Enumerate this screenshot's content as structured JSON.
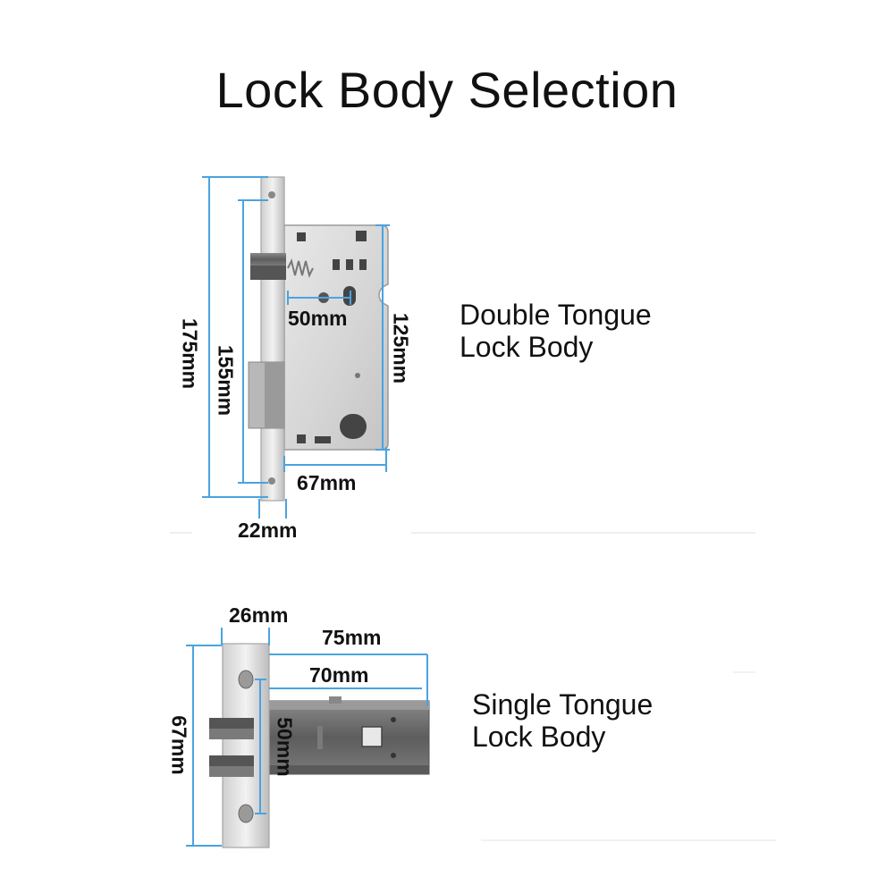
{
  "title": "Lock Body Selection",
  "double_tongue": {
    "label_lines": [
      "Double Tongue",
      "Lock Body"
    ],
    "dims": {
      "height_total": "175mm",
      "height_faceplate": "155mm",
      "hole_spacing": "50mm",
      "case_height": "125mm",
      "case_width": "67mm",
      "faceplate_width": "22mm"
    }
  },
  "single_tongue": {
    "label_lines": [
      "Single Tongue",
      "Lock Body"
    ],
    "dims": {
      "faceplate_width": "26mm",
      "total_length": "75mm",
      "body_length": "70mm",
      "height": "67mm",
      "hole_spacing": "50mm"
    }
  },
  "colors": {
    "dimension_line": "#4aa3df",
    "steel_light": "#e4e4e4",
    "steel_dark": "#6e6e6e"
  }
}
